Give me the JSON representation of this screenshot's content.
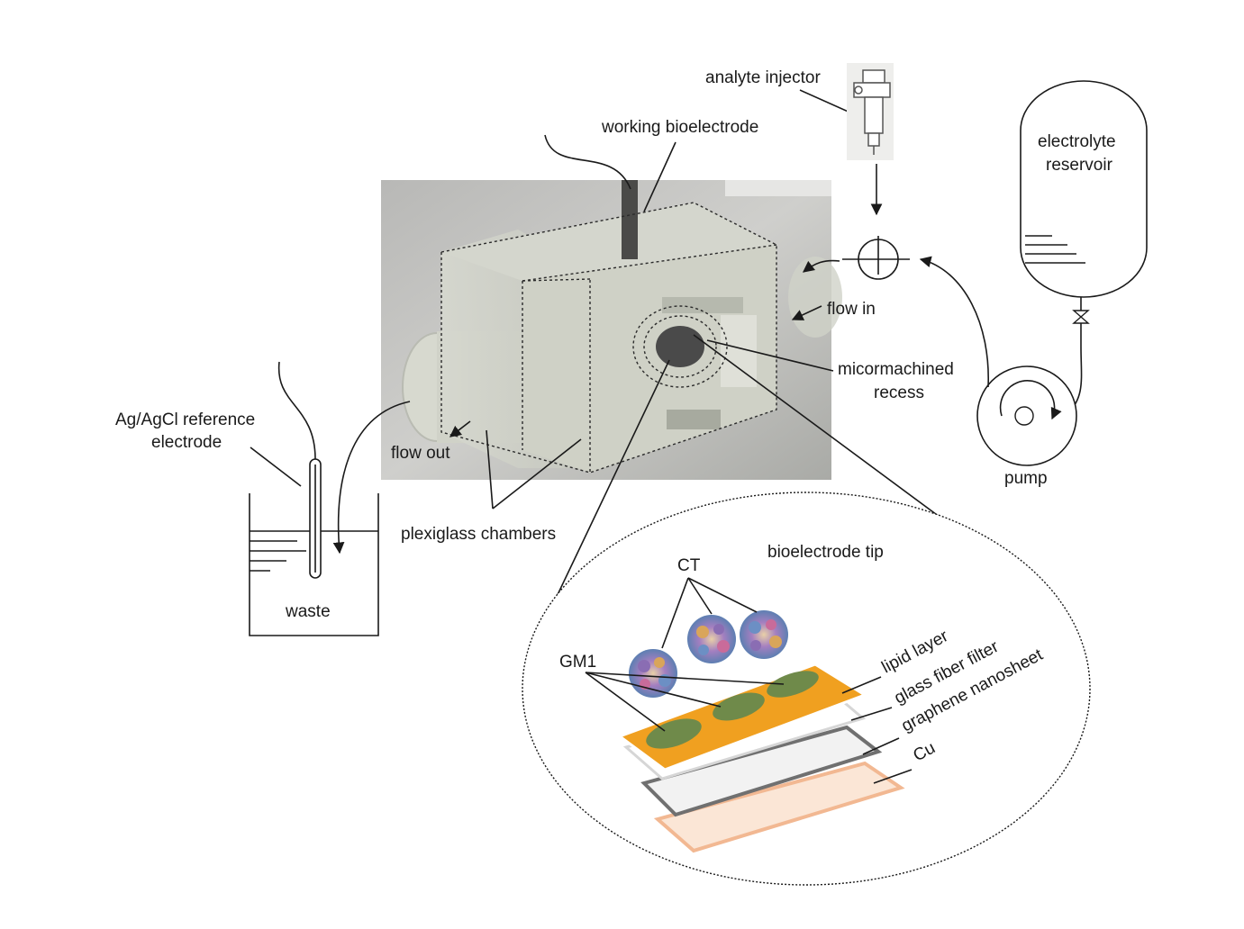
{
  "labels": {
    "analyte_injector": "analyte injector",
    "working_bioelectrode": "working bioelectrode",
    "electrolyte_reservoir_line1": "electrolyte",
    "electrolyte_reservoir_line2": "reservoir",
    "flow_in": "flow in",
    "micromachined_recess_line1": "micormachined",
    "micromachined_recess_line2": "recess",
    "pump": "pump",
    "reference_electrode_line1": "Ag/AgCl reference",
    "reference_electrode_line2": "electrode",
    "flow_out": "flow out",
    "plexiglass_chambers": "plexiglass chambers",
    "waste": "waste",
    "bioelectrode_tip": "bioelectrode tip",
    "ct": "CT",
    "gm1": "GM1",
    "lipid_layer": "lipid layer",
    "glass_fiber_filter": "glass fiber filter",
    "graphene_nanosheet": "graphene nanosheet",
    "cu": "Cu"
  },
  "colors": {
    "lipid_layer": "#f0a020",
    "gm1_patch": "#6f8a4a",
    "glass_fiber": "#f4f4f4",
    "graphene": "#707070",
    "copper": "#f2b892",
    "photo_background": "#c8c8c6",
    "recess": "#4a4a4a"
  }
}
